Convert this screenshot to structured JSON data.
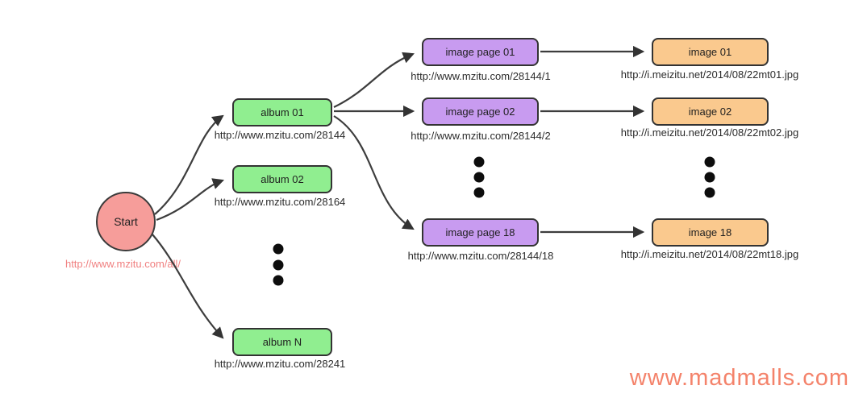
{
  "diagram": {
    "start": {
      "label": "Start",
      "url": "http://www.mzitu.com/all/"
    },
    "albums": [
      {
        "label": "album 01",
        "url": "http://www.mzitu.com/28144"
      },
      {
        "label": "album 02",
        "url": "http://www.mzitu.com/28164"
      },
      {
        "label": "album N",
        "url": "http://www.mzitu.com/28241"
      }
    ],
    "image_pages": [
      {
        "label": "image page 01",
        "url": "http://www.mzitu.com/28144/1"
      },
      {
        "label": "image page 02",
        "url": "http://www.mzitu.com/28144/2"
      },
      {
        "label": "image page 18",
        "url": "http://www.mzitu.com/28144/18"
      }
    ],
    "images": [
      {
        "label": "image 01",
        "url": "http://i.meizitu.net/2014/08/22mt01.jpg"
      },
      {
        "label": "image 02",
        "url": "http://i.meizitu.net/2014/08/22mt02.jpg"
      },
      {
        "label": "image 18",
        "url": "http://i.meizitu.net/2014/08/22mt18.jpg"
      }
    ],
    "watermark": "www.madmalls.com",
    "colors": {
      "start_fill": "#f69d9a",
      "album_fill": "#90ee90",
      "image_page_fill": "#c89bf0",
      "image_fill": "#fac98e",
      "node_border": "#333333",
      "start_url_text": "#f08080",
      "url_text": "#2b2b2b",
      "watermark_text": "#f4836b",
      "arrow": "#3d3d3d"
    }
  }
}
